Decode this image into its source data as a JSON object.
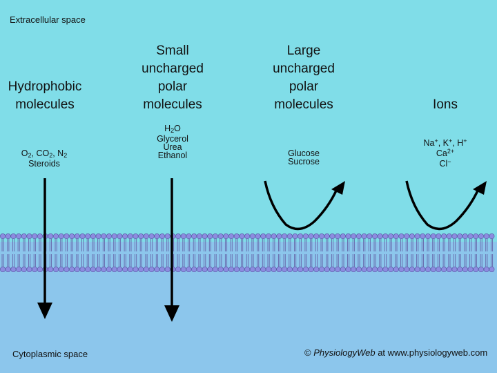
{
  "colors": {
    "extracellular": "#80dde8",
    "cytoplasm": "#8cc6ec",
    "lipid_head": "#8c8ce0",
    "lipid_tail": "#6666aa",
    "arrow": "#000000"
  },
  "labels": {
    "extracellular_space": "Extracellular space",
    "cytoplasmic_space": "Cytoplasmic space"
  },
  "columns": [
    {
      "heading": "Hydrophobic\nmolecules",
      "species_lines": [
        "O|2|, CO|2|, N|2",
        "Steroids"
      ],
      "crosses_membrane": true
    },
    {
      "heading": "Small\nuncharged\npolar\nmolecules",
      "species_lines": [
        "H|2|O",
        "Glycerol",
        "Urea",
        "Ethanol"
      ],
      "crosses_membrane": true
    },
    {
      "heading": "Large\nuncharged\npolar\nmolecules",
      "species_lines": [
        "Glucose",
        "Sucrose"
      ],
      "crosses_membrane": false
    },
    {
      "heading": "Ions",
      "species_lines": [
        "Na^+^, K^+^, H^+",
        "Ca^2+",
        "Cl^−"
      ],
      "crosses_membrane": false
    }
  ],
  "credit": {
    "symbol": "©",
    "brand": "PhysiologyWeb",
    "rest": " at www.physiologyweb.com"
  }
}
